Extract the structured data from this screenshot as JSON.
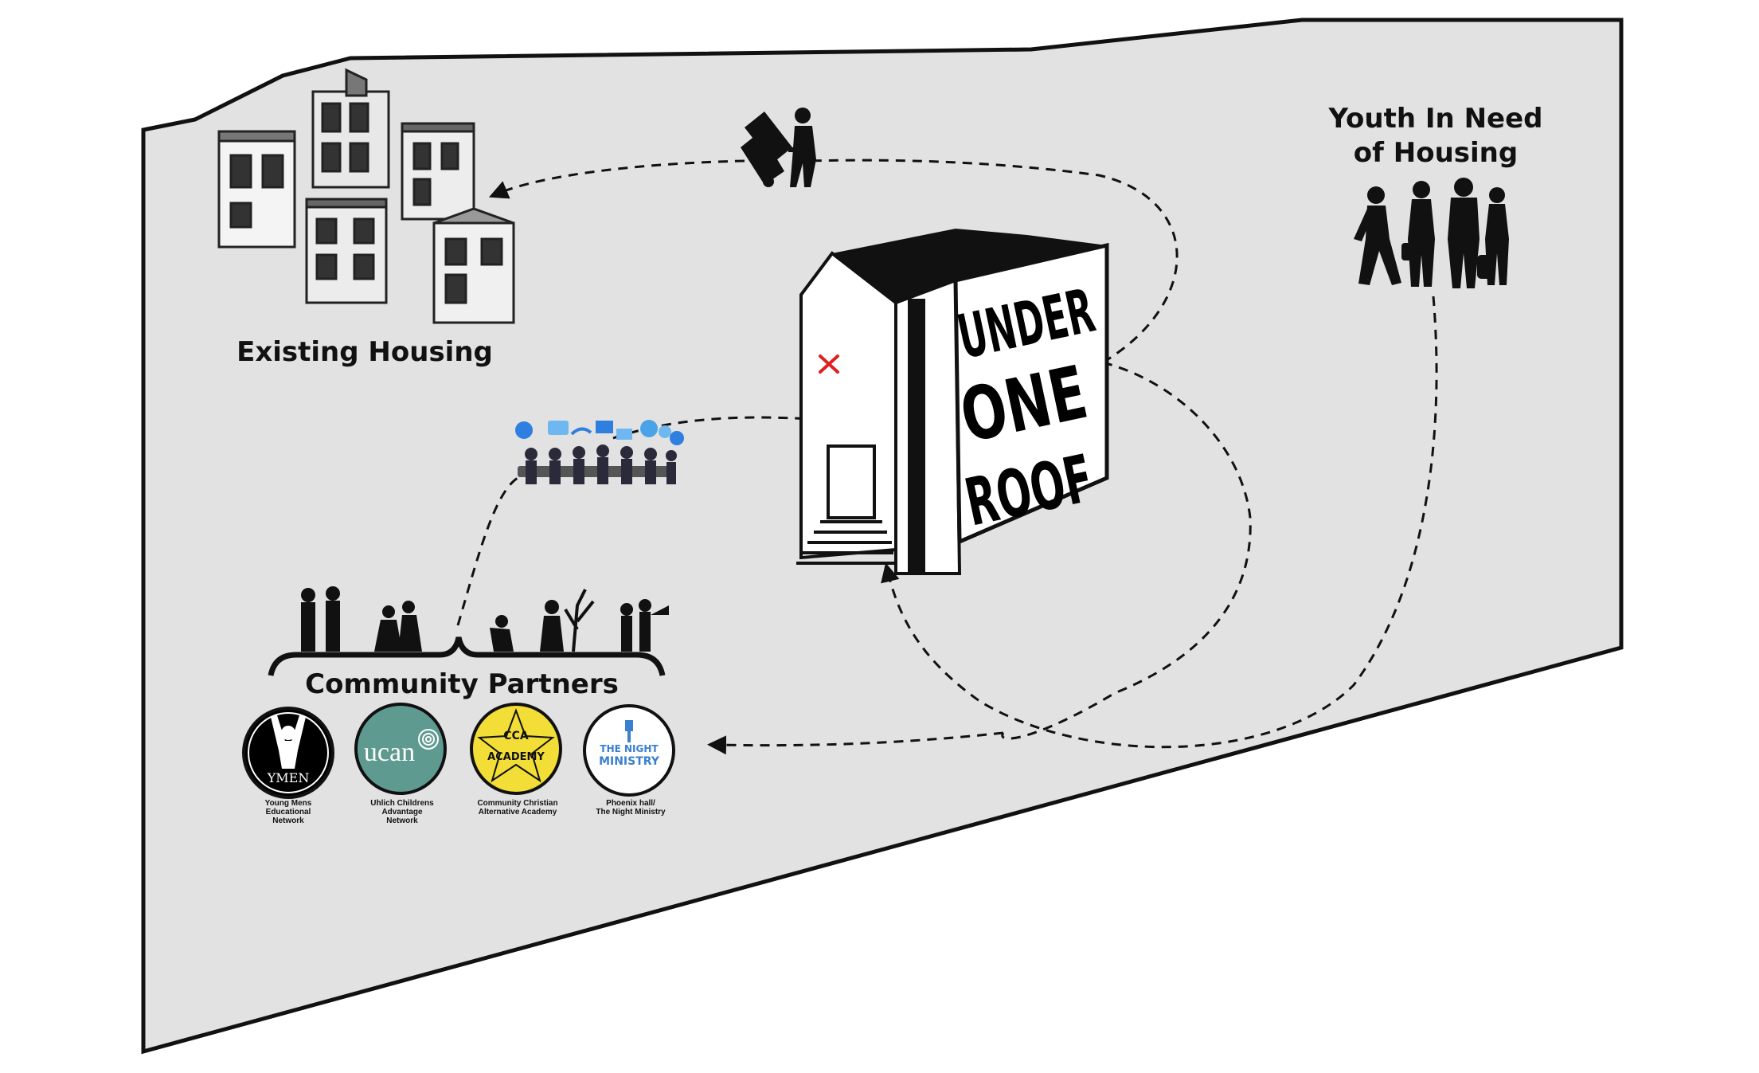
{
  "labels": {
    "existing_housing": "Existing Housing",
    "youth_line1": "Youth In Need",
    "youth_line2": "of Housing",
    "community_partners": "Community Partners"
  },
  "building": {
    "words": [
      "UNDER",
      "ONE",
      "ROOF"
    ]
  },
  "partners": [
    {
      "logo_text": "YMEN",
      "caption": [
        "Young Mens",
        "Educational",
        "Network"
      ],
      "color": "#000000"
    },
    {
      "logo_text": "ucan",
      "caption": [
        "Uhlich Childrens",
        "Advantage",
        "Network"
      ],
      "color": "#5f9a90"
    },
    {
      "logo_text": "ACADEMY",
      "logo_top": "CCA",
      "caption": [
        "Community Christian",
        "Alternative Academy"
      ],
      "color": "#f3dd37"
    },
    {
      "logo_text": "MINISTRY",
      "logo_top": "THE NIGHT",
      "caption": [
        "Phoenix hall/",
        "The Night Ministry"
      ],
      "color": "#ffffff"
    }
  ],
  "colors": {
    "background_plane": "#e2e2e2",
    "outline": "#111111",
    "door_mark": "#e02020"
  }
}
